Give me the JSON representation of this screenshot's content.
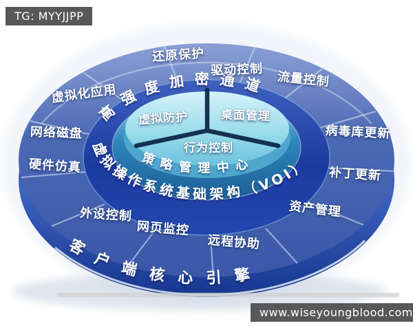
{
  "watermarks": {
    "top_left": "TG: MYYJJPP",
    "bottom_right": "www.wiseyoungblood.com"
  },
  "diagram": {
    "outer_labels": [
      "还原保护",
      "驱动控制",
      "流量控制",
      "病毒库更新",
      "补丁更新",
      "资产管理",
      "远程协助",
      "网页监控",
      "外设控制",
      "硬件仿真",
      "网络磁盘",
      "虚拟化应用"
    ],
    "core_labels": [
      "虚拟防护",
      "桌面管理",
      "行为控制"
    ],
    "arcs": {
      "encrypted_channel": "高强度加密通道",
      "voi_infrastructure": "虚拟操作系统基础架构（VOI）",
      "policy_center": "策略管理中心",
      "client_engine": "客户端核心引擎"
    },
    "colors": {
      "outer_ring": "#4c69b4",
      "outer_rim": "#1c3c94",
      "middle_ring": "#2248b0",
      "teal_band": "#2f84bc",
      "core_disc": "#9adceb",
      "divider": "#0a2345"
    }
  }
}
